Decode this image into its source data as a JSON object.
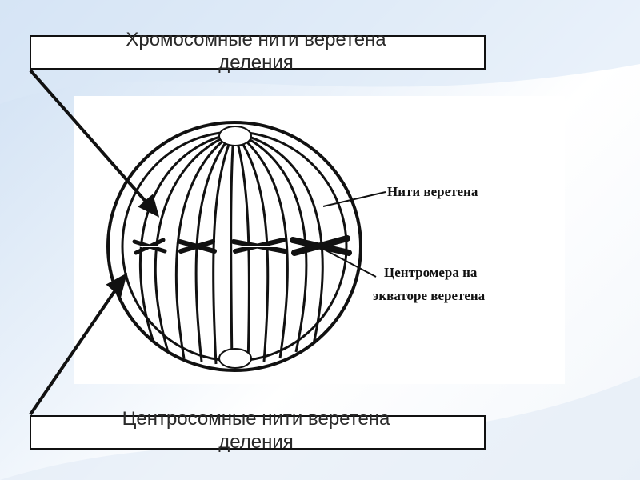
{
  "labels": {
    "top_line1": "Хромосомные нити веретена",
    "top_line2": "деления",
    "bottom_line1": "Центросомные нити веретена",
    "bottom_line2": "деления"
  },
  "figure": {
    "spindle_fibers": "Нити веретена",
    "centromere_line1": "Центромера на",
    "centromere_line2": "экваторе веретена"
  },
  "colors": {
    "background_accent": "#cfe0f3",
    "ink": "#111111",
    "label_text": "#2a2a2a"
  }
}
